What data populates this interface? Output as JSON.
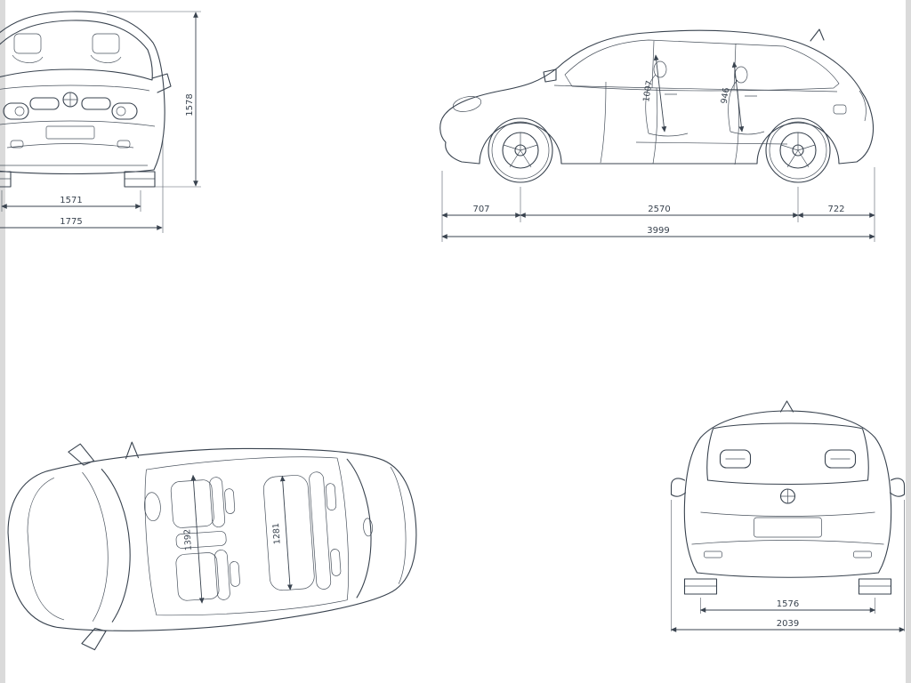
{
  "colors": {
    "line": "#39434f",
    "background": "#ffffff",
    "edge": "#dadada"
  },
  "views": {
    "front": {
      "name": "front-view",
      "dims": {
        "track_width": "1571",
        "overall_width": "1775",
        "overall_height": "1578"
      }
    },
    "side": {
      "name": "side-view",
      "dims": {
        "front_headroom": "1007",
        "rear_headroom": "946",
        "front_overhang": "707",
        "wheelbase": "2570",
        "rear_overhang": "722",
        "overall_length": "3999"
      }
    },
    "top": {
      "name": "top-view",
      "dims": {
        "front_interior_width": "1392",
        "rear_interior_width": "1281"
      }
    },
    "rear": {
      "name": "rear-view",
      "dims": {
        "rear_track": "1576",
        "width_incl_mirrors": "2039"
      }
    }
  }
}
